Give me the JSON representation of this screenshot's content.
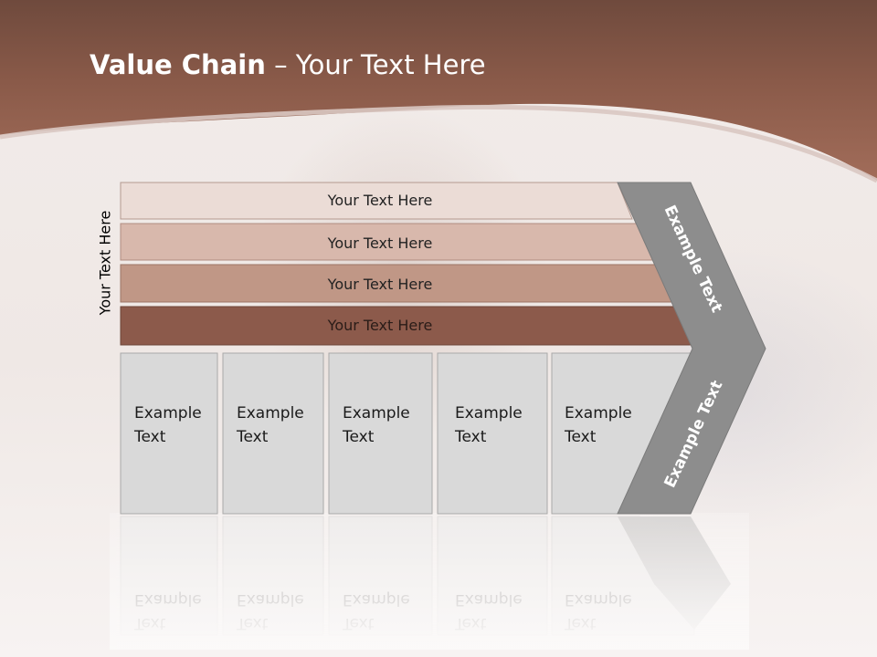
{
  "title": {
    "bold": "Value Chain",
    "rest": " – Your Text Here"
  },
  "side_label": "Your Text Here",
  "rows": [
    {
      "label": "Your Text Here",
      "color": "#ebdcd6"
    },
    {
      "label": "Your Text Here",
      "color": "#d8b8ac"
    },
    {
      "label": "Your Text Here",
      "color": "#c09786"
    },
    {
      "label": "Your Text Here",
      "color": "#8c5a4b"
    }
  ],
  "chevron": {
    "top_label": "Example Text",
    "bottom_label": "Example Text",
    "color": "#8d8d8d"
  },
  "columns": [
    {
      "line1": "Example",
      "line2": "Text"
    },
    {
      "line1": "Example",
      "line2": "Text"
    },
    {
      "line1": "Example",
      "line2": "Text"
    },
    {
      "line1": "Example",
      "line2": "Text"
    },
    {
      "line1": "Example",
      "line2": "Text"
    }
  ],
  "colors": {
    "header": "#8a5a49",
    "column_fill": "#d9d9d9",
    "column_border": "#a9a9a9"
  }
}
